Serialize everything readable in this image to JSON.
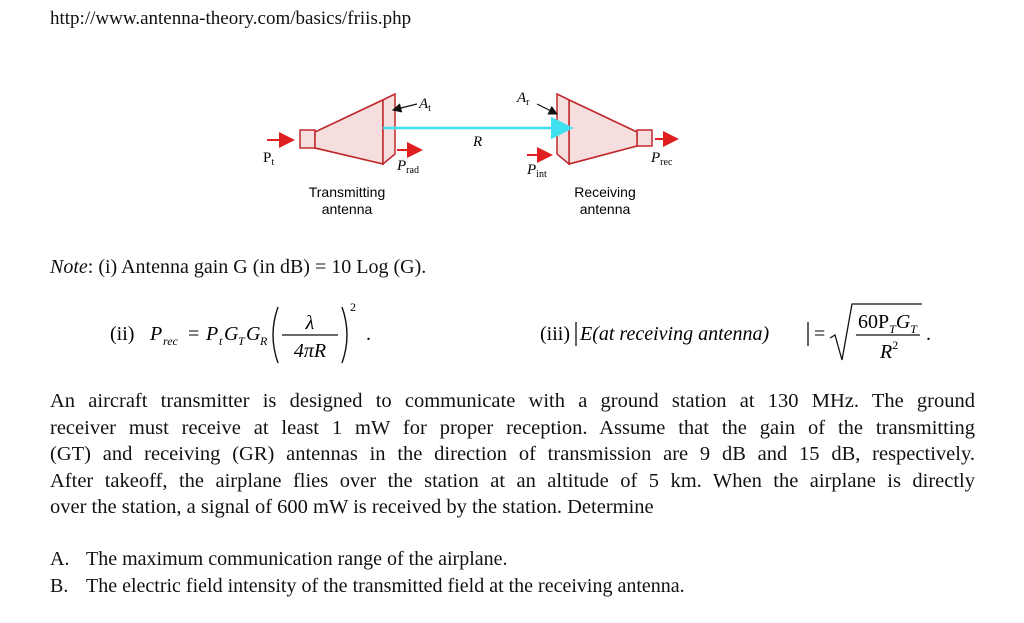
{
  "url": "http://www.antenna-theory.com/basics/friis.php",
  "diagram": {
    "tx_label_line1": "Transmitting",
    "tx_label_line2": "antenna",
    "rx_label_line1": "Receiving",
    "rx_label_line2": "antenna",
    "P_t": "P",
    "P_t_sub": "t",
    "P_rad": "P",
    "P_rad_sub": "rad",
    "P_int": "P",
    "P_int_sub": "int",
    "P_rec": "P",
    "P_rec_sub": "rec",
    "A_t": "A",
    "A_t_sub": "t",
    "A_r": "A",
    "A_r_sub": "r",
    "R": "R",
    "colors": {
      "antenna": "#c0282c",
      "antenna_fill": "#f6dede",
      "beam": "#3fe0f0",
      "arrow": "#e02020"
    }
  },
  "note": {
    "label": "Note",
    "text": "(i) Antenna gain G (in dB) = 10 Log (G)."
  },
  "formula_ii": {
    "label": "(ii)",
    "lhs": "P",
    "lhs_sub": "rec",
    "eq": "=",
    "rhs": "P",
    "rhs_sub_t": "t",
    "G1": "G",
    "G1_sub": "T",
    "G2": "G",
    "G2_sub": "R",
    "num": "λ",
    "den": "4πR",
    "exp": "2",
    "end": "."
  },
  "formula_iii": {
    "label": "(iii)",
    "text": "E(at receiving antenna)",
    "eq": "=",
    "num": "60P",
    "num_sub1": "T",
    "num_mid": "G",
    "num_sub2": "T",
    "den": "R",
    "den_exp": "2",
    "end": "."
  },
  "paragraph_lines": [
    "An aircraft transmitter is designed to communicate with a ground station at 130 MHz. The ground",
    "receiver must receive at least 1 mW for proper reception. Assume that the gain of the transmitting",
    "(GT) and receiving (GR) antennas in the direction of transmission are 9 dB and 15 dB, respectively.",
    "After takeoff, the airplane flies over the station at an altitude of 5 km. When the airplane is directly",
    "over the station, a signal of 600 mW is received by the station. Determine"
  ],
  "items": [
    {
      "tag": "A.",
      "text": "The maximum communication range of the airplane."
    },
    {
      "tag": "B.",
      "text": "The electric field intensity of the transmitted field at the receiving antenna."
    }
  ]
}
